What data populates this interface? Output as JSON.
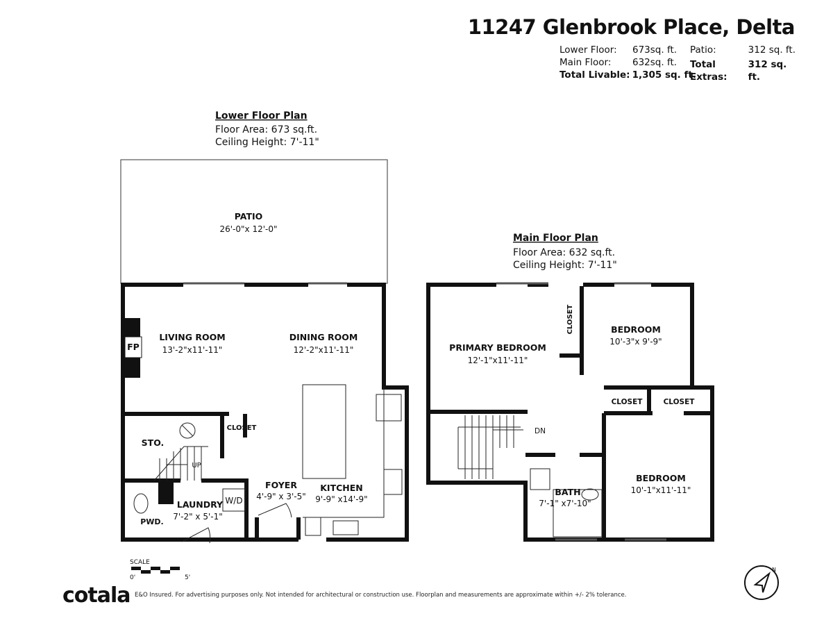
{
  "header": {
    "address": "11247 Glenbrook Place, Delta",
    "lower_floor_label": "Lower Floor:",
    "lower_floor_value": "673sq. ft.",
    "main_floor_label": "Main Floor:",
    "main_floor_value": "632sq. ft.",
    "total_livable_label": "Total Livable:",
    "total_livable_value": "1,305 sq. ft.",
    "patio_label": "Patio:",
    "patio_value": "312 sq. ft.",
    "total_extras_label": "Total Extras:",
    "total_extras_value": "312 sq. ft."
  },
  "lower_floor": {
    "title": "Lower Floor Plan",
    "area": "Floor Area: 673 sq.ft.",
    "ceiling": "Ceiling Height: 7'-11\"",
    "rooms": {
      "patio": {
        "name": "PATIO",
        "dims": "26'-0\"x 12'-0\""
      },
      "living": {
        "name": "LIVING ROOM",
        "dims": "13'-2\"x11'-11\""
      },
      "dining": {
        "name": "DINING ROOM",
        "dims": "12'-2\"x11'-11\""
      },
      "fp": {
        "name": "FP"
      },
      "sto": {
        "name": "STO."
      },
      "closet": {
        "name": "CLOSET"
      },
      "up": {
        "name": "UP"
      },
      "foyer": {
        "name": "FOYER",
        "dims": "4'-9\" x 3'-5\""
      },
      "kitchen": {
        "name": "KITCHEN",
        "dims": "9'-9\" x14'-9\""
      },
      "laundry": {
        "name": "LAUNDRY",
        "dims": "7'-2\" x 5'-1\""
      },
      "wd": {
        "name": "W/D"
      },
      "pwd": {
        "name": "PWD."
      }
    }
  },
  "main_floor": {
    "title": "Main Floor Plan",
    "area": "Floor Area: 632 sq.ft.",
    "ceiling": "Ceiling Height: 7'-11\"",
    "rooms": {
      "primary": {
        "name": "PRIMARY BEDROOM",
        "dims": "12'-1\"x11'-11\""
      },
      "closet1": {
        "name": "CLOSET"
      },
      "bedroom1": {
        "name": "BEDROOM",
        "dims": "10'-3\"x 9'-9\""
      },
      "closet2": {
        "name": "CLOSET"
      },
      "closet3": {
        "name": "CLOSET"
      },
      "dn": {
        "name": "DN"
      },
      "bath": {
        "name": "BATH",
        "dims": "7'-1\" x7'-10\""
      },
      "bedroom2": {
        "name": "BEDROOM",
        "dims": "10'-1\"x11'-11\""
      }
    }
  },
  "scale": {
    "label": "SCALE",
    "start": "0'",
    "end": "5'"
  },
  "footer": {
    "logo": "cotala",
    "disclaimer": "E&O Insured. For advertising purposes only. Not intended for architectural or construction use. Floorplan and measurements are approximate within +/- 2% tolerance."
  },
  "compass": {
    "icon": "north-arrow-icon",
    "label": "N"
  }
}
